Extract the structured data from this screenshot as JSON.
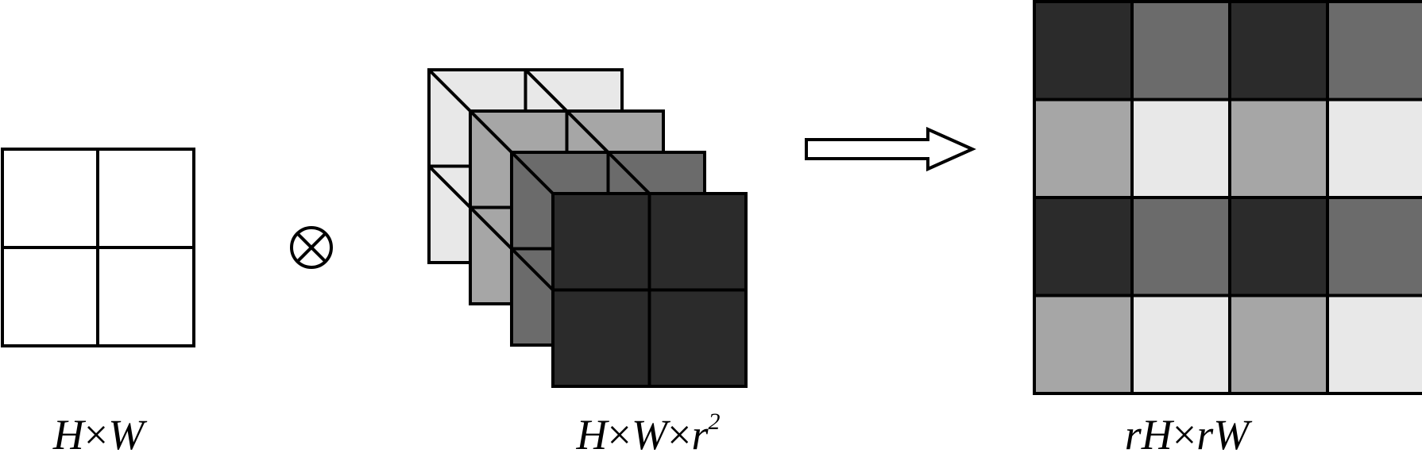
{
  "input_grid": {
    "label_parts": [
      "H",
      "×",
      "W"
    ]
  },
  "operator": {
    "symbol": "⊗"
  },
  "feature_stack": {
    "label_parts": [
      "H",
      "×",
      "W",
      "×",
      "r",
      "2"
    ],
    "layer_colors": [
      "#e8e8e8",
      "#a6a6a6",
      "#6b6b6b",
      "#2b2b2b"
    ]
  },
  "arrow": {
    "direction": "right",
    "style": "hollow"
  },
  "output_grid": {
    "label_parts": [
      "rH",
      "×",
      "rW"
    ],
    "colors": {
      "dark": "#2b2b2b",
      "mid_dark": "#6b6b6b",
      "mid_light": "#a6a6a6",
      "light": "#e8e8e8"
    },
    "pattern": [
      [
        "dark",
        "mid_dark",
        "dark",
        "mid_dark"
      ],
      [
        "mid_light",
        "light",
        "mid_light",
        "light"
      ],
      [
        "dark",
        "mid_dark",
        "dark",
        "mid_dark"
      ],
      [
        "mid_light",
        "light",
        "mid_light",
        "light"
      ]
    ]
  }
}
